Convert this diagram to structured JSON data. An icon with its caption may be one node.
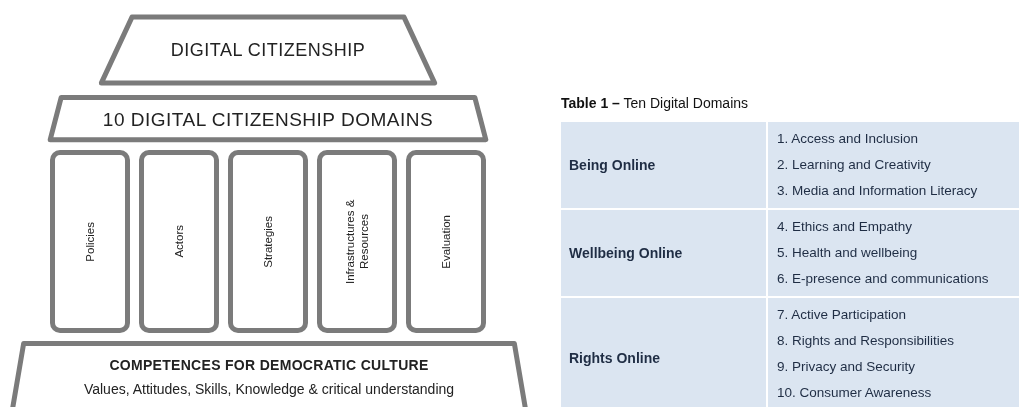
{
  "diagram": {
    "nodes": [
      {
        "text": [
          "DIGITAL CITIZENSHIP"
        ]
      },
      {
        "text": [
          "10 DIGITAL CITIZENSHIP DOMAINS"
        ]
      },
      {
        "text": [
          "Policies"
        ]
      },
      {
        "text": [
          "Actors"
        ]
      },
      {
        "text": [
          "Strategies"
        ]
      },
      {
        "text": [
          "Infrastructures & Resources"
        ]
      },
      {
        "text": [
          "Evaluation"
        ]
      },
      {
        "text": [
          "COMPETENCES FOR DEMOCRATIC CULTURE",
          "Values, Attitudes, Skills, Knowledge & critical understanding"
        ]
      }
    ],
    "labels": [
      "**Table 1 –** Ten Digital Domains",
      "Being Online",
      "1. Access and Inclusion",
      "2. Learning and Creativity",
      "3. Media and Information Literacy",
      "Wellbeing Online",
      "4. Ethics and Empathy",
      "5. Health and wellbeing",
      "6. E-presence and communications",
      "Rights Online",
      "7. Active Participation",
      "8. Rights and Responsibilities",
      "9. Privacy and Security",
      "10. Consumer Awareness"
    ]
  }
}
